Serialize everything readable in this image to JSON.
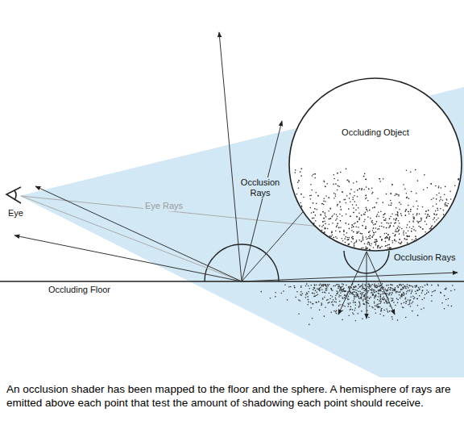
{
  "diagram": {
    "caption": "An occlusion shader has been mapped to the floor and the sphere. A hemisphere of rays are emitted above each point that test the amount of shadowing each point should receive.",
    "nodes": [
      {
        "text": [
          "Occluding Object"
        ]
      }
    ],
    "labels": [
      "Eye",
      "Eye Rays",
      "Occlusion Rays",
      "Occlusion Rays",
      "Occluding Floor"
    ]
  }
}
